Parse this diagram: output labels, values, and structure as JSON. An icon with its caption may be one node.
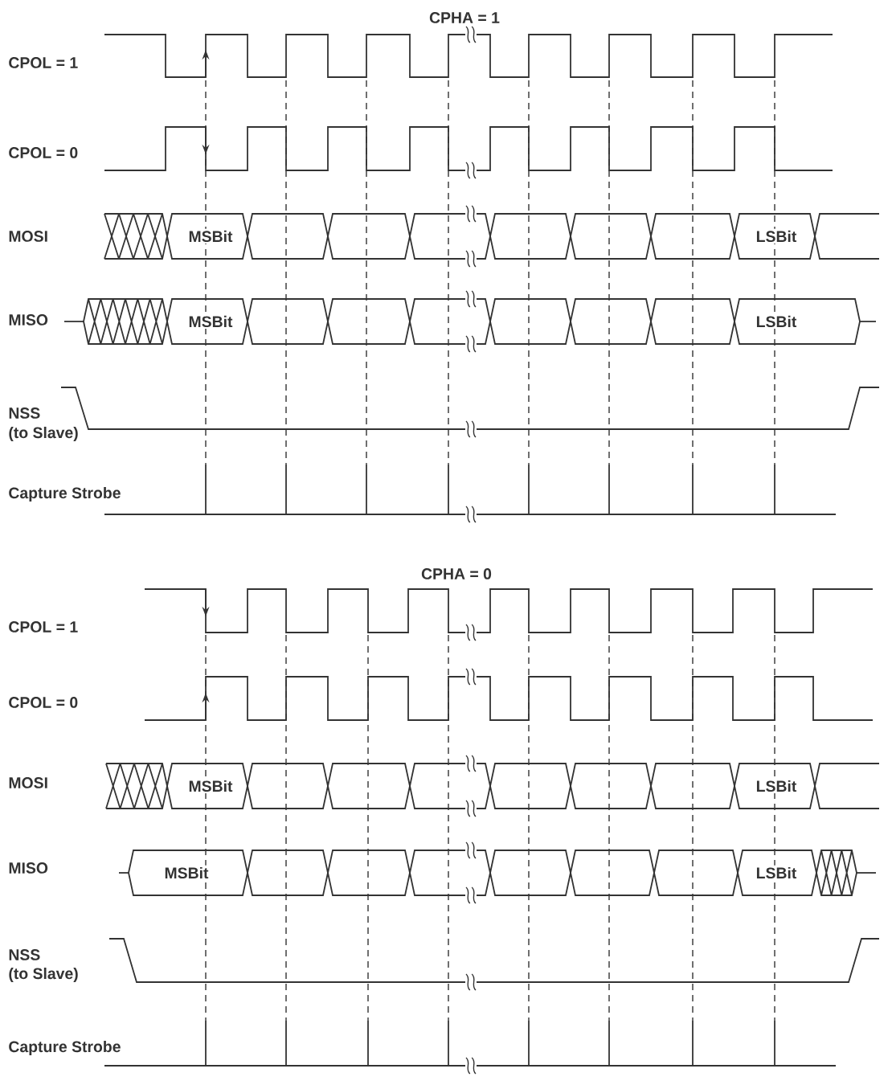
{
  "diagram": {
    "labels": [
      "CPHA = 1",
      "CPOL = 1",
      "CPOL = 0",
      "MOSI",
      "MSBit",
      "LSBit",
      "MISO",
      "MSBit",
      "LSBit",
      "NSS",
      "(to Slave)",
      "Capture Strobe",
      "CPHA = 0",
      "CPOL = 1",
      "CPOL = 0",
      "MOSI",
      "MSBit",
      "LSBit",
      "MISO",
      "MSBit",
      "LSBit",
      "NSS",
      "(to Slave)",
      "Capture Strobe"
    ]
  }
}
